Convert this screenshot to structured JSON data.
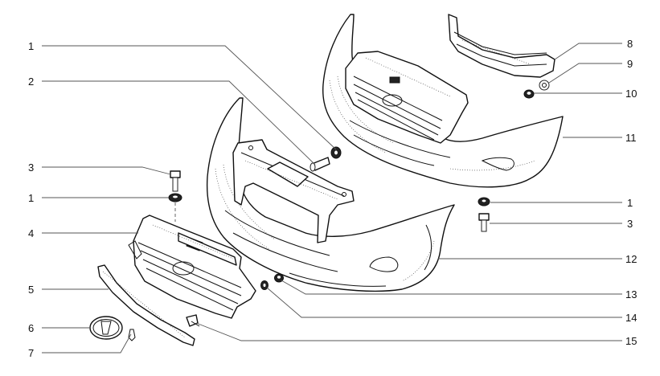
{
  "callouts": [
    {
      "id": "c1a",
      "text": "1"
    },
    {
      "id": "c2",
      "text": "2"
    },
    {
      "id": "c3a",
      "text": "3"
    },
    {
      "id": "c1b",
      "text": "1"
    },
    {
      "id": "c4",
      "text": "4"
    },
    {
      "id": "c5",
      "text": "5"
    },
    {
      "id": "c6",
      "text": "6"
    },
    {
      "id": "c7",
      "text": "7"
    },
    {
      "id": "c8",
      "text": "8"
    },
    {
      "id": "c9",
      "text": "9"
    },
    {
      "id": "c10",
      "text": "10"
    },
    {
      "id": "c11",
      "text": "11"
    },
    {
      "id": "c1c",
      "text": "1"
    },
    {
      "id": "c3b",
      "text": "3"
    },
    {
      "id": "c12",
      "text": "12"
    },
    {
      "id": "c13",
      "text": "13"
    },
    {
      "id": "c14",
      "text": "14"
    },
    {
      "id": "c15",
      "text": "15"
    }
  ]
}
